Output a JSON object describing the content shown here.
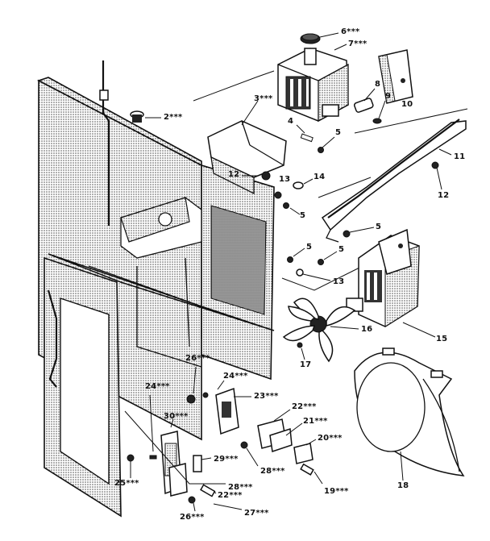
{
  "diagram": {
    "labels": [
      {
        "id": "6",
        "text": "6***"
      },
      {
        "id": "7",
        "text": "7***"
      },
      {
        "id": "2",
        "text": "2***"
      },
      {
        "id": "3",
        "text": "3***"
      },
      {
        "id": "4",
        "text": "4"
      },
      {
        "id": "5a",
        "text": "5"
      },
      {
        "id": "8",
        "text": "8"
      },
      {
        "id": "9",
        "text": "9"
      },
      {
        "id": "10",
        "text": "10"
      },
      {
        "id": "11",
        "text": "11"
      },
      {
        "id": "12a",
        "text": "12"
      },
      {
        "id": "12b",
        "text": "12"
      },
      {
        "id": "13a",
        "text": "13"
      },
      {
        "id": "14",
        "text": "14"
      },
      {
        "id": "5b",
        "text": "5"
      },
      {
        "id": "5c",
        "text": "5"
      },
      {
        "id": "5d",
        "text": "5"
      },
      {
        "id": "5e",
        "text": "5"
      },
      {
        "id": "13b",
        "text": "13"
      },
      {
        "id": "16",
        "text": "16"
      },
      {
        "id": "15",
        "text": "15"
      },
      {
        "id": "17",
        "text": "17"
      },
      {
        "id": "26a",
        "text": "26***"
      },
      {
        "id": "24a",
        "text": "24***"
      },
      {
        "id": "24b",
        "text": "24***"
      },
      {
        "id": "23",
        "text": "23***"
      },
      {
        "id": "22a",
        "text": "22***"
      },
      {
        "id": "30",
        "text": "30***"
      },
      {
        "id": "21",
        "text": "21***"
      },
      {
        "id": "20",
        "text": "20***"
      },
      {
        "id": "29",
        "text": "29***"
      },
      {
        "id": "28a",
        "text": "28***"
      },
      {
        "id": "25",
        "text": "25***"
      },
      {
        "id": "28b",
        "text": "28***"
      },
      {
        "id": "22b",
        "text": "22***"
      },
      {
        "id": "19",
        "text": "19***"
      },
      {
        "id": "18",
        "text": "18"
      },
      {
        "id": "26b",
        "text": "26***"
      },
      {
        "id": "27",
        "text": "27***"
      }
    ]
  }
}
